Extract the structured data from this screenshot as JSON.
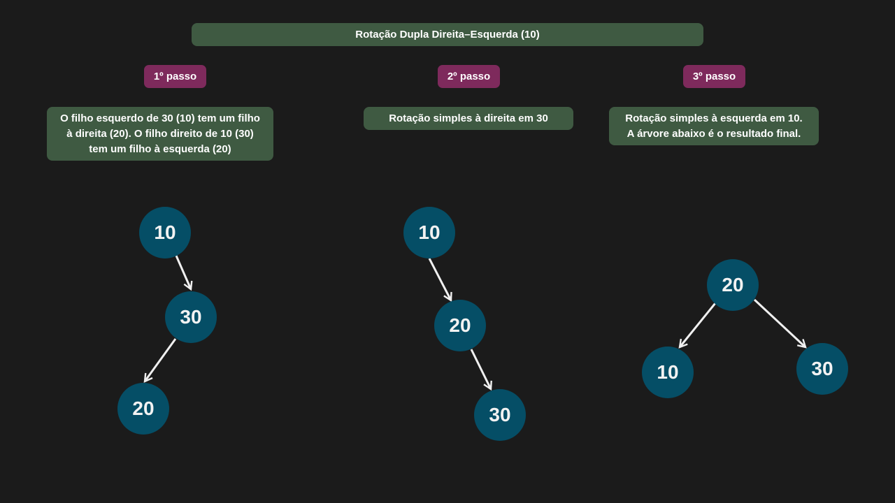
{
  "title": "Rotação Dupla Direita–Esquerda  (10)",
  "steps": [
    {
      "label": "1º passo",
      "description": "O filho esquerdo de 30 (10) tem um filho\nà direita (20). O filho direito de 10 (30)\ntem um filho à esquerda (20)"
    },
    {
      "label": "2º passo",
      "description": "Rotação simples à direita em 30"
    },
    {
      "label": "3º passo",
      "description": "Rotação simples à esquerda em 10.\nA árvore abaixo é o resultado final."
    }
  ],
  "trees": [
    {
      "nodes": [
        "10",
        "30",
        "20"
      ],
      "edges": [
        [
          "10",
          "30"
        ],
        [
          "30",
          "20"
        ]
      ]
    },
    {
      "nodes": [
        "10",
        "20",
        "30"
      ],
      "edges": [
        [
          "10",
          "20"
        ],
        [
          "20",
          "30"
        ]
      ]
    },
    {
      "nodes": [
        "20",
        "10",
        "30"
      ],
      "edges": [
        [
          "20",
          "10"
        ],
        [
          "20",
          "30"
        ]
      ]
    }
  ],
  "colors": {
    "background": "#1b1b1b",
    "title_box": "#3f5a42",
    "step_box": "#7e2a5c",
    "description_box": "#3f5a42",
    "node": "#054e66",
    "edge": "#f0f0f0",
    "text": "#ffffff"
  }
}
